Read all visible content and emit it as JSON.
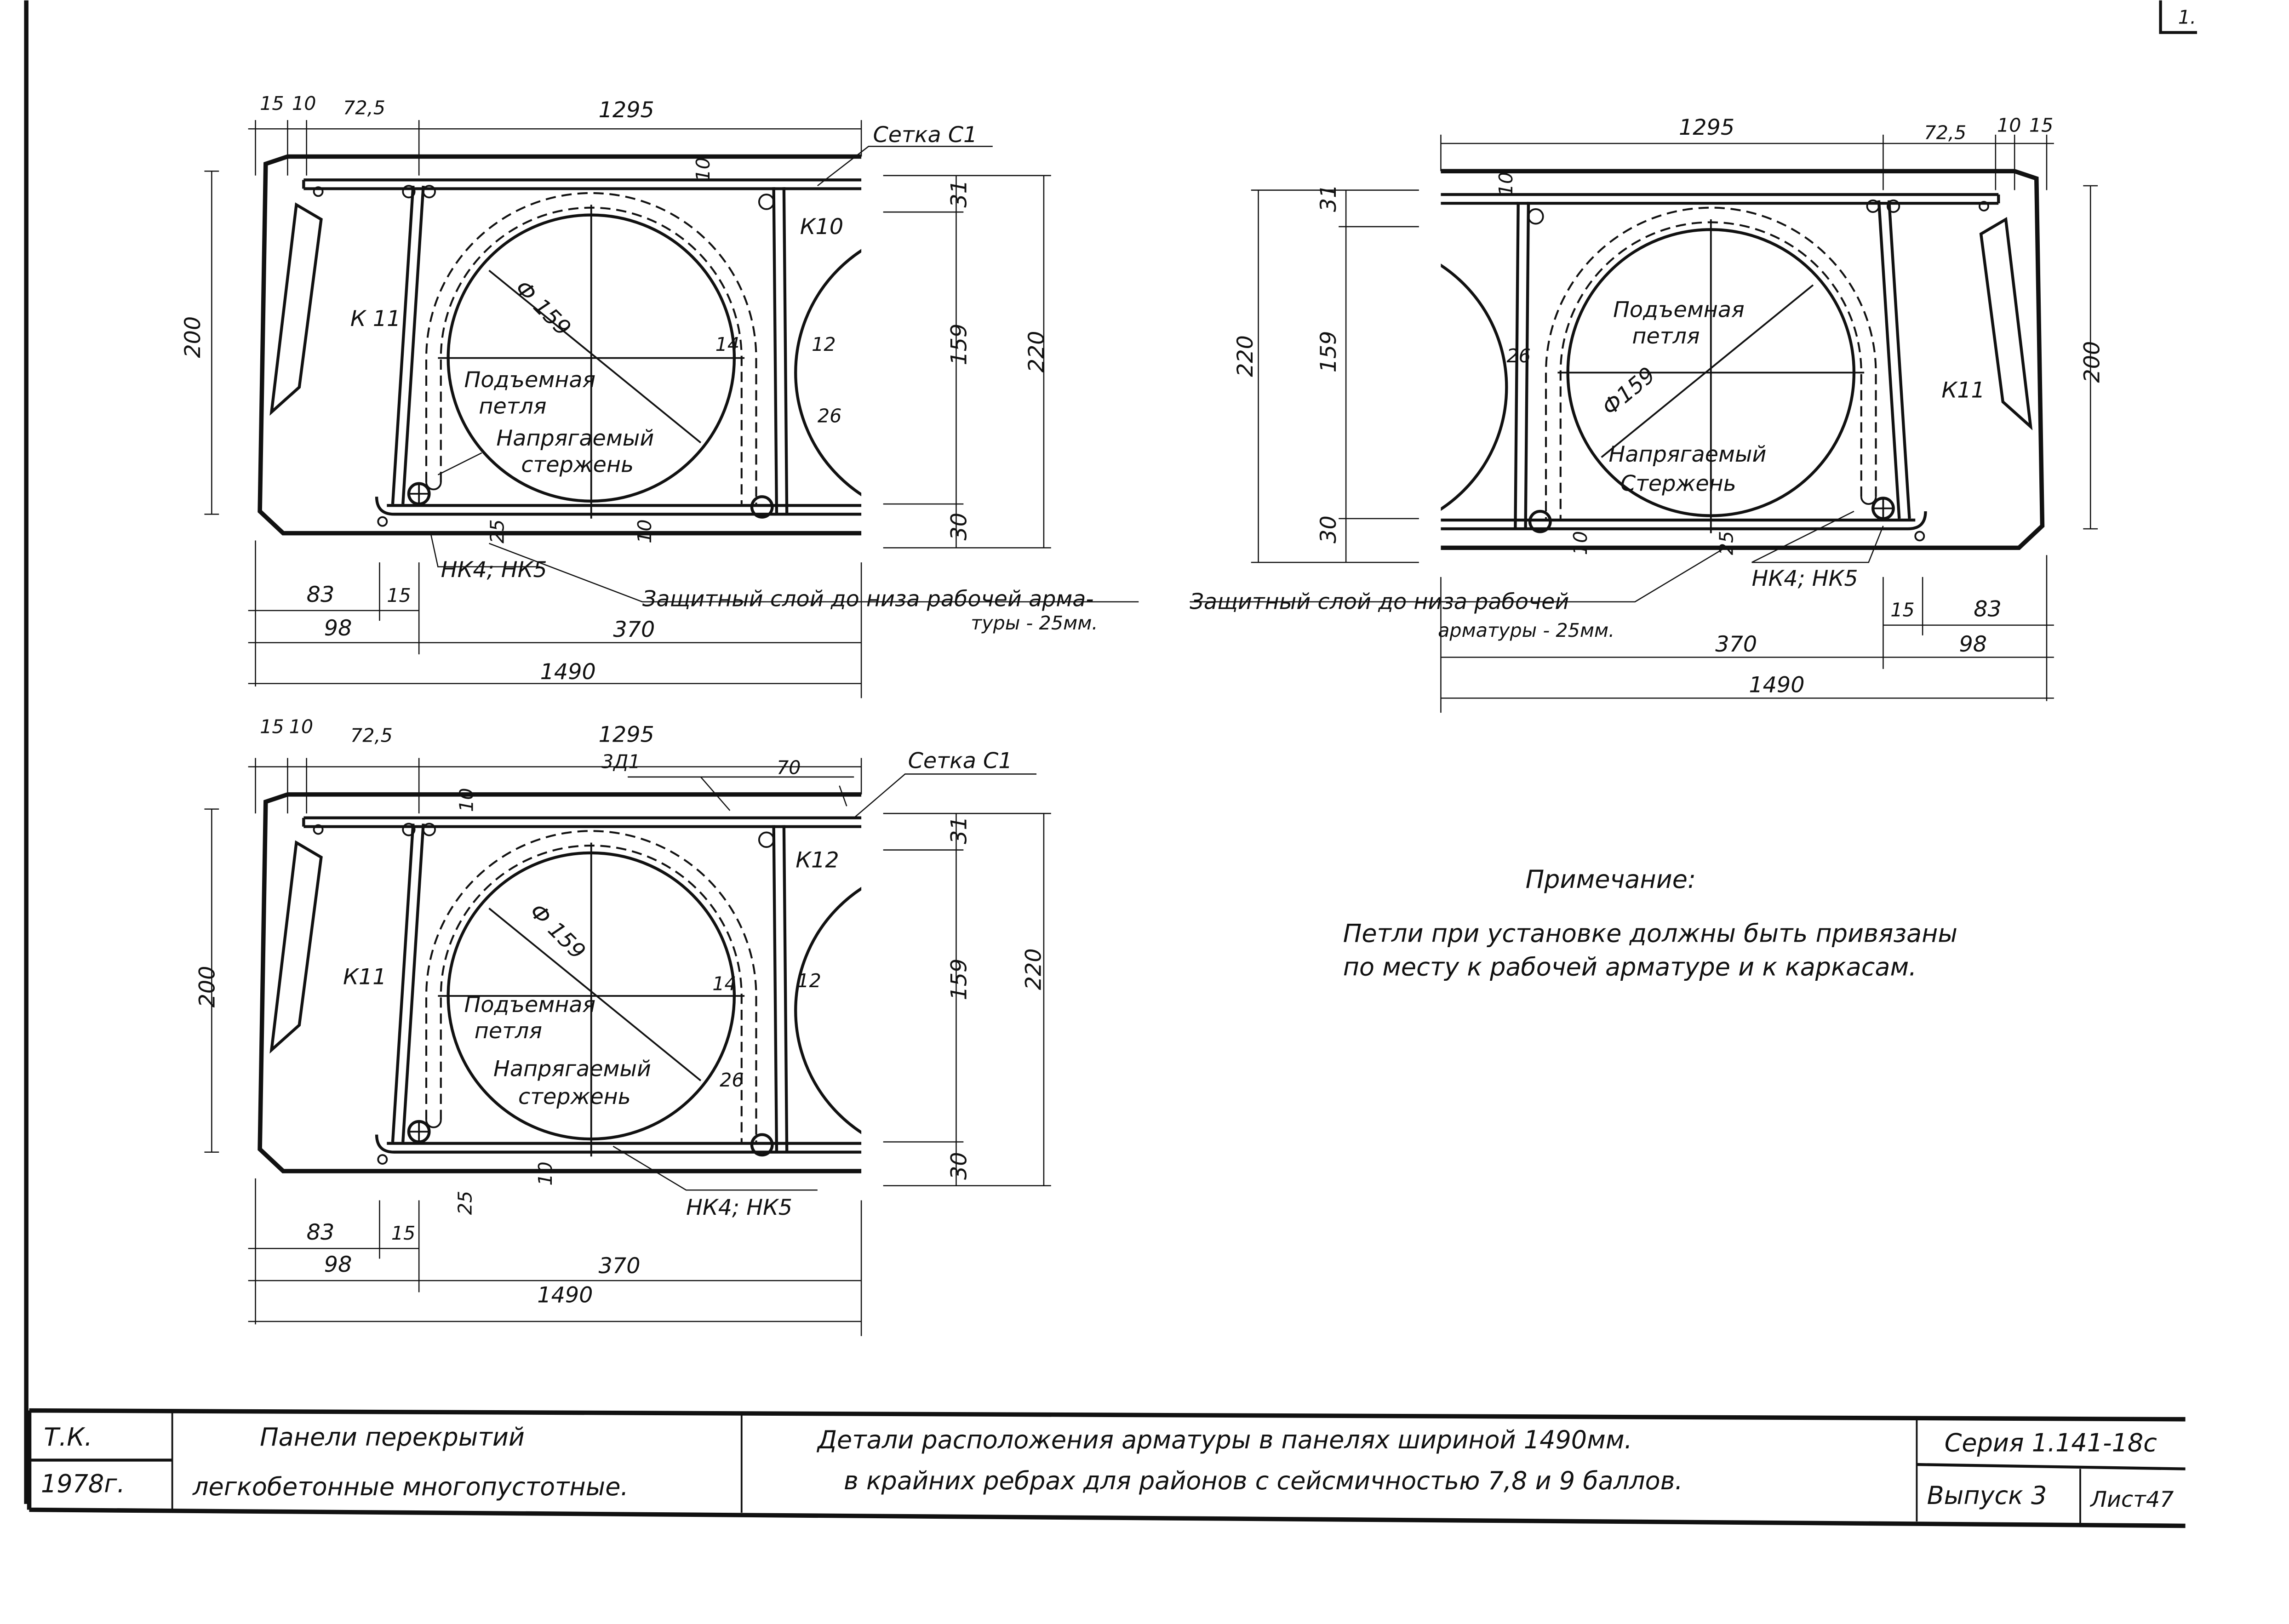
{
  "sheet_mark": "1.",
  "panel_top_left": {
    "dims_top": [
      "15",
      "10",
      "72,5",
      "1295"
    ],
    "mesh_label": "Сетка С1",
    "top_cover": "10",
    "right_dims": [
      "31",
      "159",
      "30",
      "220"
    ],
    "left_dim": "200",
    "frame_right": "К10",
    "frame_left": "К 11",
    "diameter": "Ф 159",
    "gap_14": "14",
    "gap_12": "12",
    "gap_26": "26",
    "loop_label": [
      "Подъемная",
      "петля"
    ],
    "bar_label": [
      "Напрягаемый",
      "стержень"
    ],
    "bottom_cover": [
      "25",
      "10"
    ],
    "bottom_frames": "НК4; НК5",
    "cover_note": [
      "Защитный слой до низа рабочей арма-",
      "туры - 25мм."
    ],
    "dims_bottom": [
      "83",
      "15",
      "98",
      "370",
      "1490"
    ]
  },
  "panel_top_right": {
    "dims_top": [
      "1295",
      "72,5",
      "10",
      "15"
    ],
    "top_cover": "10",
    "left_dims": [
      "31",
      "159",
      "30",
      "220"
    ],
    "right_dim": "200",
    "frame_right": "К11",
    "diameter": "Ф159",
    "gap_26": "26",
    "loop_label": [
      "Подъемная",
      "петля"
    ],
    "bar_label": [
      "Напрягаемый",
      "Стержень"
    ],
    "bottom_cover": [
      "10",
      "25"
    ],
    "bottom_frames": "НК4; НК5",
    "cover_note": [
      "Защитный слой до низа рабочей",
      "арматуры - 25мм."
    ],
    "dims_bottom": [
      "15",
      "83",
      "370",
      "98",
      "1490"
    ]
  },
  "panel_bottom_left": {
    "dims_top": [
      "15",
      "10",
      "72,5",
      "1295"
    ],
    "frame_top": "3Д1",
    "dim_70": "70",
    "mesh_label": "Сетка С1",
    "top_cover": "10",
    "right_dims": [
      "31",
      "159",
      "30",
      "220"
    ],
    "left_dim": "200",
    "frame_right": "К12",
    "frame_left": "К11",
    "diameter": "Ф 159",
    "gap_14": "14",
    "gap_12": "12",
    "gap_26": "26",
    "loop_label": [
      "Подъемная",
      "петля"
    ],
    "bar_label": [
      "Напрягаемый",
      "стержень"
    ],
    "bottom_cover": [
      "25",
      "10"
    ],
    "bottom_frames": "НК4; НК5",
    "dims_bottom": [
      "83",
      "15",
      "98",
      "370",
      "1490"
    ]
  },
  "note": {
    "title": "Примечание:",
    "lines": [
      "Петли при установке должны быть привязаны",
      "по месту к рабочей арматуре и к каркасам."
    ]
  },
  "title_block": {
    "org": "Т.К.",
    "year": "1978г.",
    "product": [
      "Панели перекрытий",
      "легкобетонные многопустотные."
    ],
    "sheet_title": [
      "Детали расположения арматуры в панелях шириной 1490мм.",
      "в крайних ребрах для районов с сейсмичностью 7,8 и 9 баллов."
    ],
    "series": "Серия 1.141-18с",
    "issue": "Выпуск 3",
    "sheet": "Лист47"
  }
}
